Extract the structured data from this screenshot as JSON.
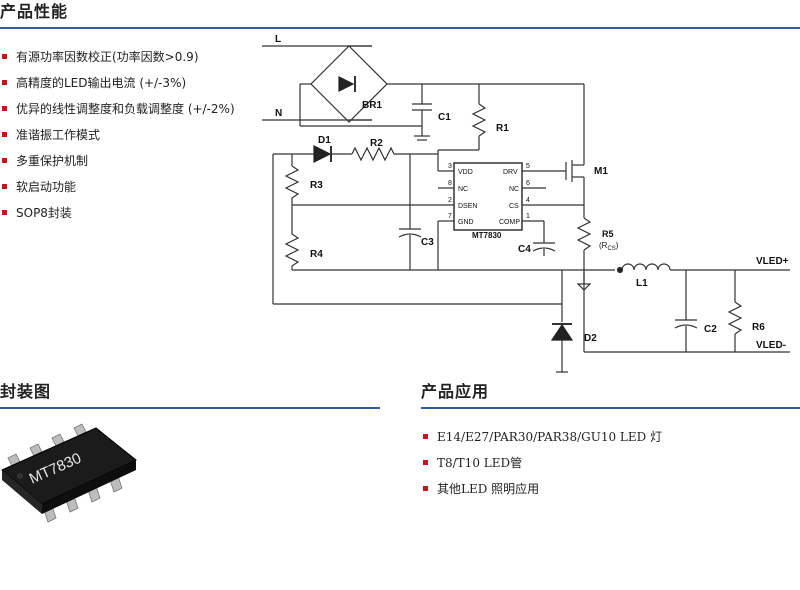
{
  "sections": {
    "performance": "产品性能",
    "package": "封装图",
    "applications": "产品应用"
  },
  "features": [
    "有源功率因数校正(功率因数>0.9)",
    "高精度的LED输出电流 (+/-3%)",
    "优异的线性调整度和负载调整度 (+/-2%)",
    "准谐振工作模式",
    "多重保护机制",
    "软启动功能",
    "SOP8封装"
  ],
  "applications": [
    "E14/E27/PAR30/PAR38/GU10 LED 灯",
    "T8/T10  LED管",
    "其他LED 照明应用"
  ],
  "package_marking": "MT7830",
  "schematic": {
    "labels": {
      "L": "L",
      "N": "N",
      "BR1": "BR1",
      "C1": "C1",
      "R1": "R1",
      "D1": "D1",
      "R2": "R2",
      "R3": "R3",
      "R4": "R4",
      "C3": "C3",
      "C4": "C4",
      "M1": "M1",
      "R5": "R5",
      "Rcs": "(R",
      "Rcs_sub": "CS",
      "Rcs_close": ")",
      "L1": "L1",
      "C2": "C2",
      "R6": "R6",
      "D2": "D2",
      "VLED_plus": "VLED+",
      "VLED_minus": "VLED-"
    },
    "ic": {
      "name": "MT7830",
      "pins_left": [
        {
          "num": "3",
          "name": "VDD"
        },
        {
          "num": "8",
          "name": "NC"
        },
        {
          "num": "2",
          "name": "DSEN"
        },
        {
          "num": "7",
          "name": "GND"
        }
      ],
      "pins_right": [
        {
          "num": "5",
          "name": "DRV"
        },
        {
          "num": "6",
          "name": "NC"
        },
        {
          "num": "4",
          "name": "CS"
        },
        {
          "num": "1",
          "name": "COMP"
        }
      ]
    }
  },
  "colors": {
    "accent_rule": "#2e5f99",
    "bullet": "#c4161c",
    "wire": "#333333"
  }
}
